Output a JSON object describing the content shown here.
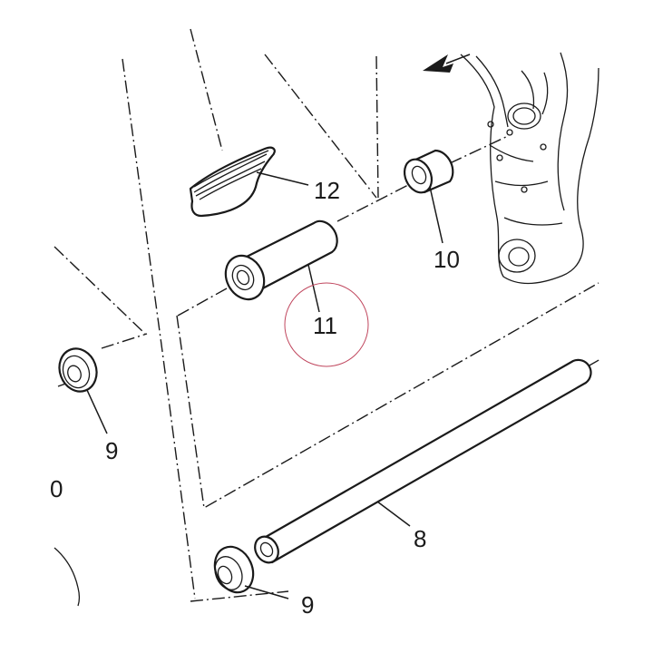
{
  "callouts": {
    "part_12": "12",
    "part_10": "10",
    "part_11": "11",
    "part_9": "9",
    "part_8": "8",
    "edge_left": "0",
    "edge_bottom": "9"
  },
  "highlight": {
    "target": "11",
    "color": "#c0475e"
  }
}
